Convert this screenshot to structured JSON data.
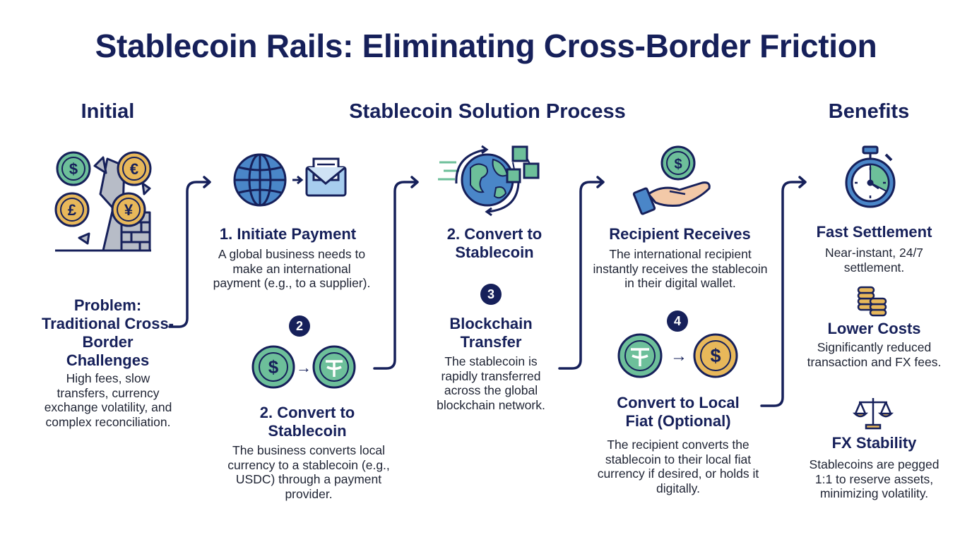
{
  "title": "Stablecoin Rails: Eliminating Cross-Border Friction",
  "columns": {
    "initial": "Initial",
    "process": "Stablecoin Solution Process",
    "benefits": "Benefits"
  },
  "problem": {
    "heading": "Problem: Traditional Cross-Border Challenges",
    "text": "High fees, slow transfers, currency exchange volatility, and complex reconciliation."
  },
  "steps": {
    "initiate": {
      "heading": "1. Initiate Payment",
      "text": "A global business needs to make an international payment (e.g., to a supplier)."
    },
    "convert_top": {
      "heading": "2. Convert to Stablecoin"
    },
    "convert_bottom": {
      "badge": "2",
      "heading": "2. Convert to Stablecoin",
      "text": "The business converts local currency to a stablecoin (e.g., USDC) through a payment provider."
    },
    "blockchain": {
      "badge": "3",
      "heading": "Blockchain Transfer",
      "text": "The stablecoin is rapidly transferred across the global blockchain network."
    },
    "receive": {
      "heading": "Recipient Receives",
      "text": "The international recipient instantly receives the stablecoin in their digital wallet."
    },
    "local": {
      "badge": "4",
      "heading": "Convert to Local Fiat (Optional)",
      "text": "The recipient converts the stablecoin to their local fiat currency if desired, or holds it digitally."
    }
  },
  "benefits": [
    {
      "heading": "Fast Settlement",
      "text": "Near-instant, 24/7 settlement."
    },
    {
      "heading": "Lower Costs",
      "text": "Significantly reduced transaction and FX fees."
    },
    {
      "heading": "FX Stability",
      "text": "Stablecoins are pegged 1:1 to reserve assets, minimizing volatility."
    }
  ],
  "icons": {
    "problem": "broken-currency-wall-icon",
    "initiate": "globe-envelope-icon",
    "convert": "dollar-to-tether-icon",
    "blockchain": "globe-blocks-icon",
    "receive": "hand-coin-icon",
    "local": "tether-to-dollar-icon",
    "fast": "stopwatch-icon",
    "costs": "coin-stack-icon",
    "stability": "balance-scale-icon"
  },
  "glyphs": {
    "dollar": "$",
    "euro": "€",
    "pound": "£",
    "yen": "¥",
    "arrow": "→"
  },
  "colors": {
    "navy": "#16205a",
    "teal": "#6dbf9a",
    "gold": "#e8b85a",
    "blue": "#4a86c8"
  }
}
